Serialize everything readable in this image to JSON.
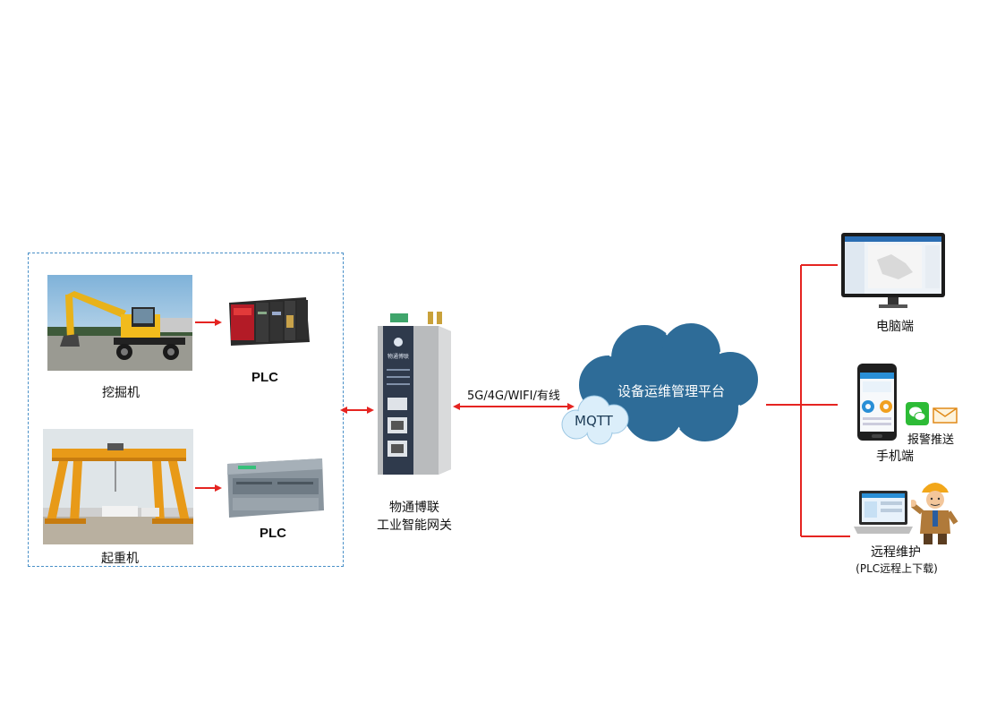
{
  "left_group": {
    "excavator_label": "挖掘机",
    "crane_label": "起重机",
    "plc_top_label": "PLC",
    "plc_bottom_label": "PLC"
  },
  "gateway": {
    "name_line1": "物通博联",
    "name_line2": "工业智能网关",
    "device_badge": "物通博联"
  },
  "link": {
    "network_label": "5G/4G/WIFI/有线"
  },
  "cloud": {
    "platform_label": "设备运维管理平台",
    "protocol_label": "MQTT"
  },
  "clients": {
    "pc_label": "电脑端",
    "mobile_label": "手机端",
    "alarm_label": "报警推送",
    "remote_label": "远程维护",
    "remote_sub_label": "(PLC远程上下载)"
  },
  "colors": {
    "arrow_red": "#e52421",
    "cloud_blue": "#2e6c98",
    "cloud_small": "#cfe6f5",
    "dashed_border": "#4a90c8"
  }
}
